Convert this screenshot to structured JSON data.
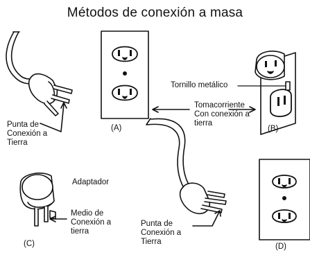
{
  "title": "Métodos de conexión a masa",
  "labels": {
    "grounding_prong_1": "Punta de\nConexión a\nTierra",
    "tornillo": "Tornillo metálico",
    "tomacorriente": "Tomacorriente\nCon conexión a\ntierra",
    "adaptador": "Adaptador",
    "medio": "Medio de\nConexión a\ntierra",
    "grounding_prong_2": "Punta de\nConexión a\nTierra"
  },
  "panels": {
    "a": "(A)",
    "b": "(B)",
    "c": "(C)",
    "d": "(D)"
  }
}
